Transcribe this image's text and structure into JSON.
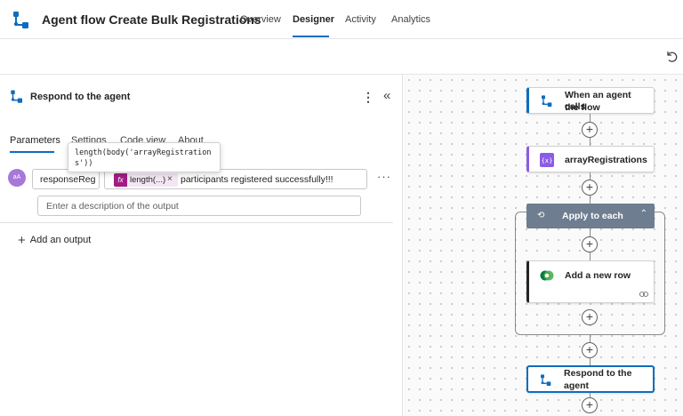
{
  "header": {
    "title": "Agent flow Create Bulk Registrations",
    "tabs": [
      {
        "label": "Overview"
      },
      {
        "label": "Designer"
      },
      {
        "label": "Activity"
      },
      {
        "label": "Analytics"
      }
    ],
    "active_tab": "Designer"
  },
  "toolbar": {
    "undo_icon": "undo-icon"
  },
  "panel": {
    "title": "Respond to the agent",
    "tabs": [
      {
        "label": "Parameters"
      },
      {
        "label": "Settings"
      },
      {
        "label": "Code view"
      },
      {
        "label": "About"
      }
    ],
    "active_tab": "Parameters",
    "tooltip": "length(body('arrayRegistrations'))",
    "output": {
      "avatar_text": "aA",
      "name": "responseReg",
      "token_label": "length(...)",
      "token_fx": "fx",
      "value_text": "participants registered successfully!!!",
      "more": "···"
    },
    "description_placeholder": "Enter a description of the output",
    "add_output_label": "Add an output"
  },
  "canvas": {
    "trigger": {
      "label_line1": "When an agent calls",
      "label_line2": "the flow"
    },
    "compose": {
      "label": "arrayRegistrations"
    },
    "loop": {
      "label": "Apply to each"
    },
    "dataverse": {
      "label": "Add a new row"
    },
    "respond": {
      "label_line1": "Respond to the",
      "label_line2": "agent"
    }
  },
  "colors": {
    "accent": "#0f6cbd",
    "fx_token": "#a11d84",
    "avatar": "#a777d9",
    "loop_header": "#6e7d8f"
  }
}
